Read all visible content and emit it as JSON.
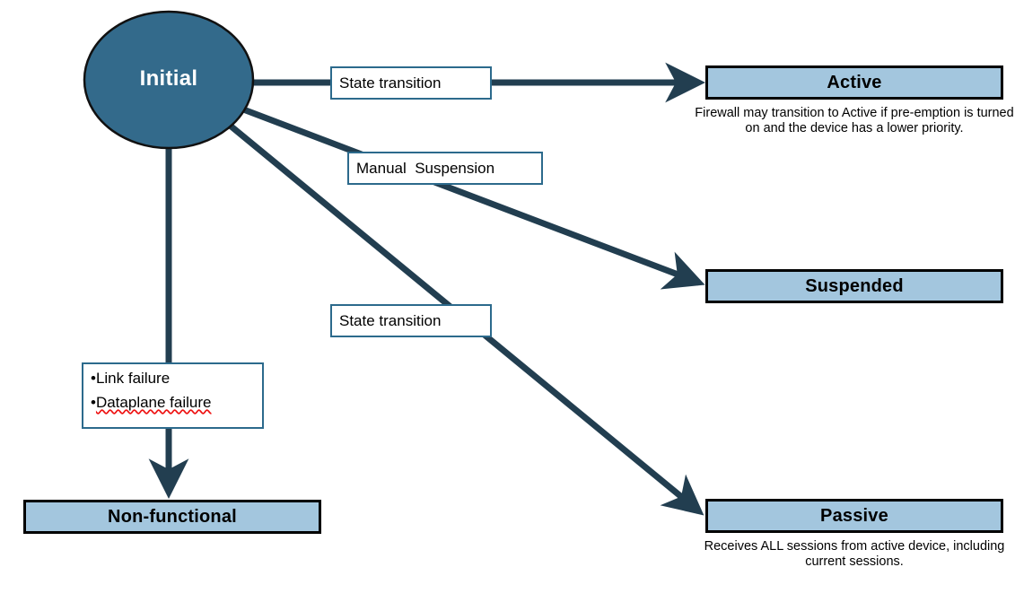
{
  "diagram": {
    "title": "Firewall state transition diagram",
    "colors": {
      "node_fill": "#a3c6de",
      "node_border": "#000000",
      "start_fill": "#336a8b",
      "start_border": "#111111",
      "edge_line": "#223e50",
      "label_border": "#2c6a8c",
      "label_fill": "#ffffff",
      "spellcheck_underline": "#ee1111"
    },
    "start_node": {
      "label": "Initial",
      "shape": "ellipse"
    },
    "states": [
      {
        "id": "active",
        "label": "Active"
      },
      {
        "id": "suspended",
        "label": "Suspended"
      },
      {
        "id": "passive",
        "label": "Passive"
      },
      {
        "id": "non-functional",
        "label": "Non-functional"
      }
    ],
    "captions": [
      {
        "for": "active",
        "text": "Firewall may transition to Active if pre-emption is turned on and the device has a lower priority."
      },
      {
        "for": "passive",
        "text": "Receives ALL sessions from active device, including current sessions."
      }
    ],
    "edge_labels": [
      {
        "id": "edge-label-active",
        "text": "State transition"
      },
      {
        "id": "edge-label-suspended",
        "text": "Manual  Suspension"
      },
      {
        "id": "edge-label-passive",
        "text": "State transition"
      }
    ],
    "failure_conditions": {
      "bullet": "•",
      "items": [
        {
          "text": "Link failure",
          "misspelled": false
        },
        {
          "text": "Dataplane failure",
          "misspelled": true
        }
      ]
    }
  }
}
